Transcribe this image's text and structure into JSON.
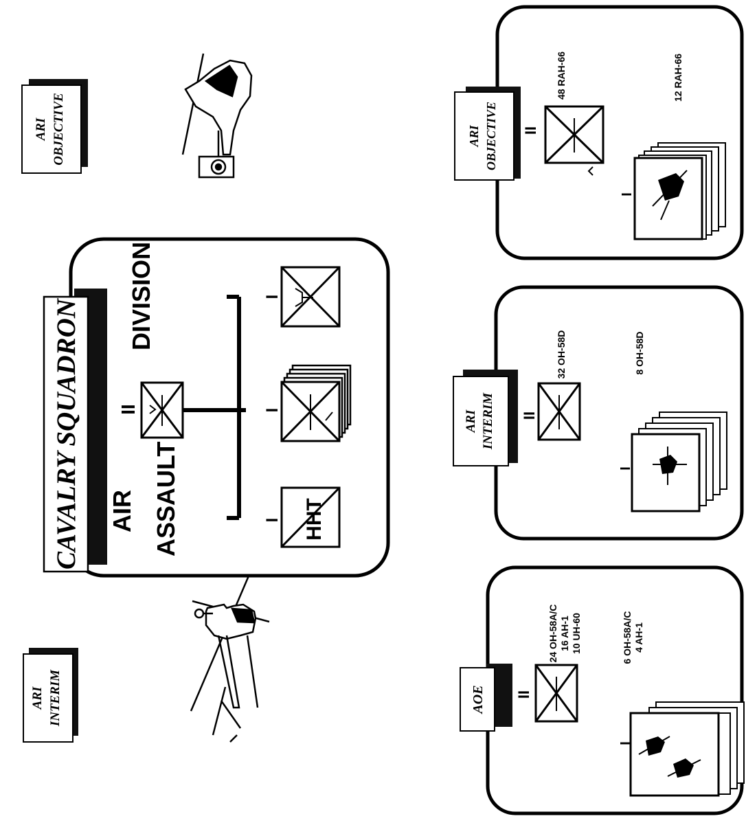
{
  "colors": {
    "ink": "#000000",
    "paper": "#ffffff",
    "shadow": "#111111"
  },
  "tags": {
    "ari_interim_top": [
      "ARI",
      "INTERIM"
    ],
    "ari_objective_top": [
      "ARI",
      "OBJECTIVE"
    ],
    "cavalry_squadron": "CAVALRY SQUADRON",
    "aoe": "AOE",
    "ari_interim_mid": [
      "ARI",
      "INTERIM"
    ],
    "ari_objective_right": [
      "ARI",
      "OBJECTIVE"
    ]
  },
  "cavalry_panel": {
    "air": "AIR",
    "assault": "ASSAULT",
    "division": "DIVISION",
    "echelon_squadron": "II",
    "echelon_troop": "I",
    "hht": "HHT"
  },
  "aoe_panel": {
    "echelon_squadron": "II",
    "echelon_troop": "I",
    "squadron_aircraft": [
      "24 OH-58A/C",
      "16 AH-1",
      "10 UH-60"
    ],
    "troop_aircraft": [
      "6 OH-58A/C",
      "4 AH-1"
    ]
  },
  "interim_panel": {
    "echelon_squadron": "II",
    "echelon_troop": "I",
    "squadron_aircraft": "32 OH-58D",
    "troop_aircraft": "8 OH-58D"
  },
  "objective_panel": {
    "echelon_squadron": "II",
    "echelon_troop": "I",
    "squadron_aircraft": "48 RAH-66",
    "troop_aircraft": "12 RAH-66"
  },
  "icons": {
    "top_helicopter": "comanche-helicopter-icon",
    "left_helicopter": "kiowa-helicopter-icon"
  }
}
